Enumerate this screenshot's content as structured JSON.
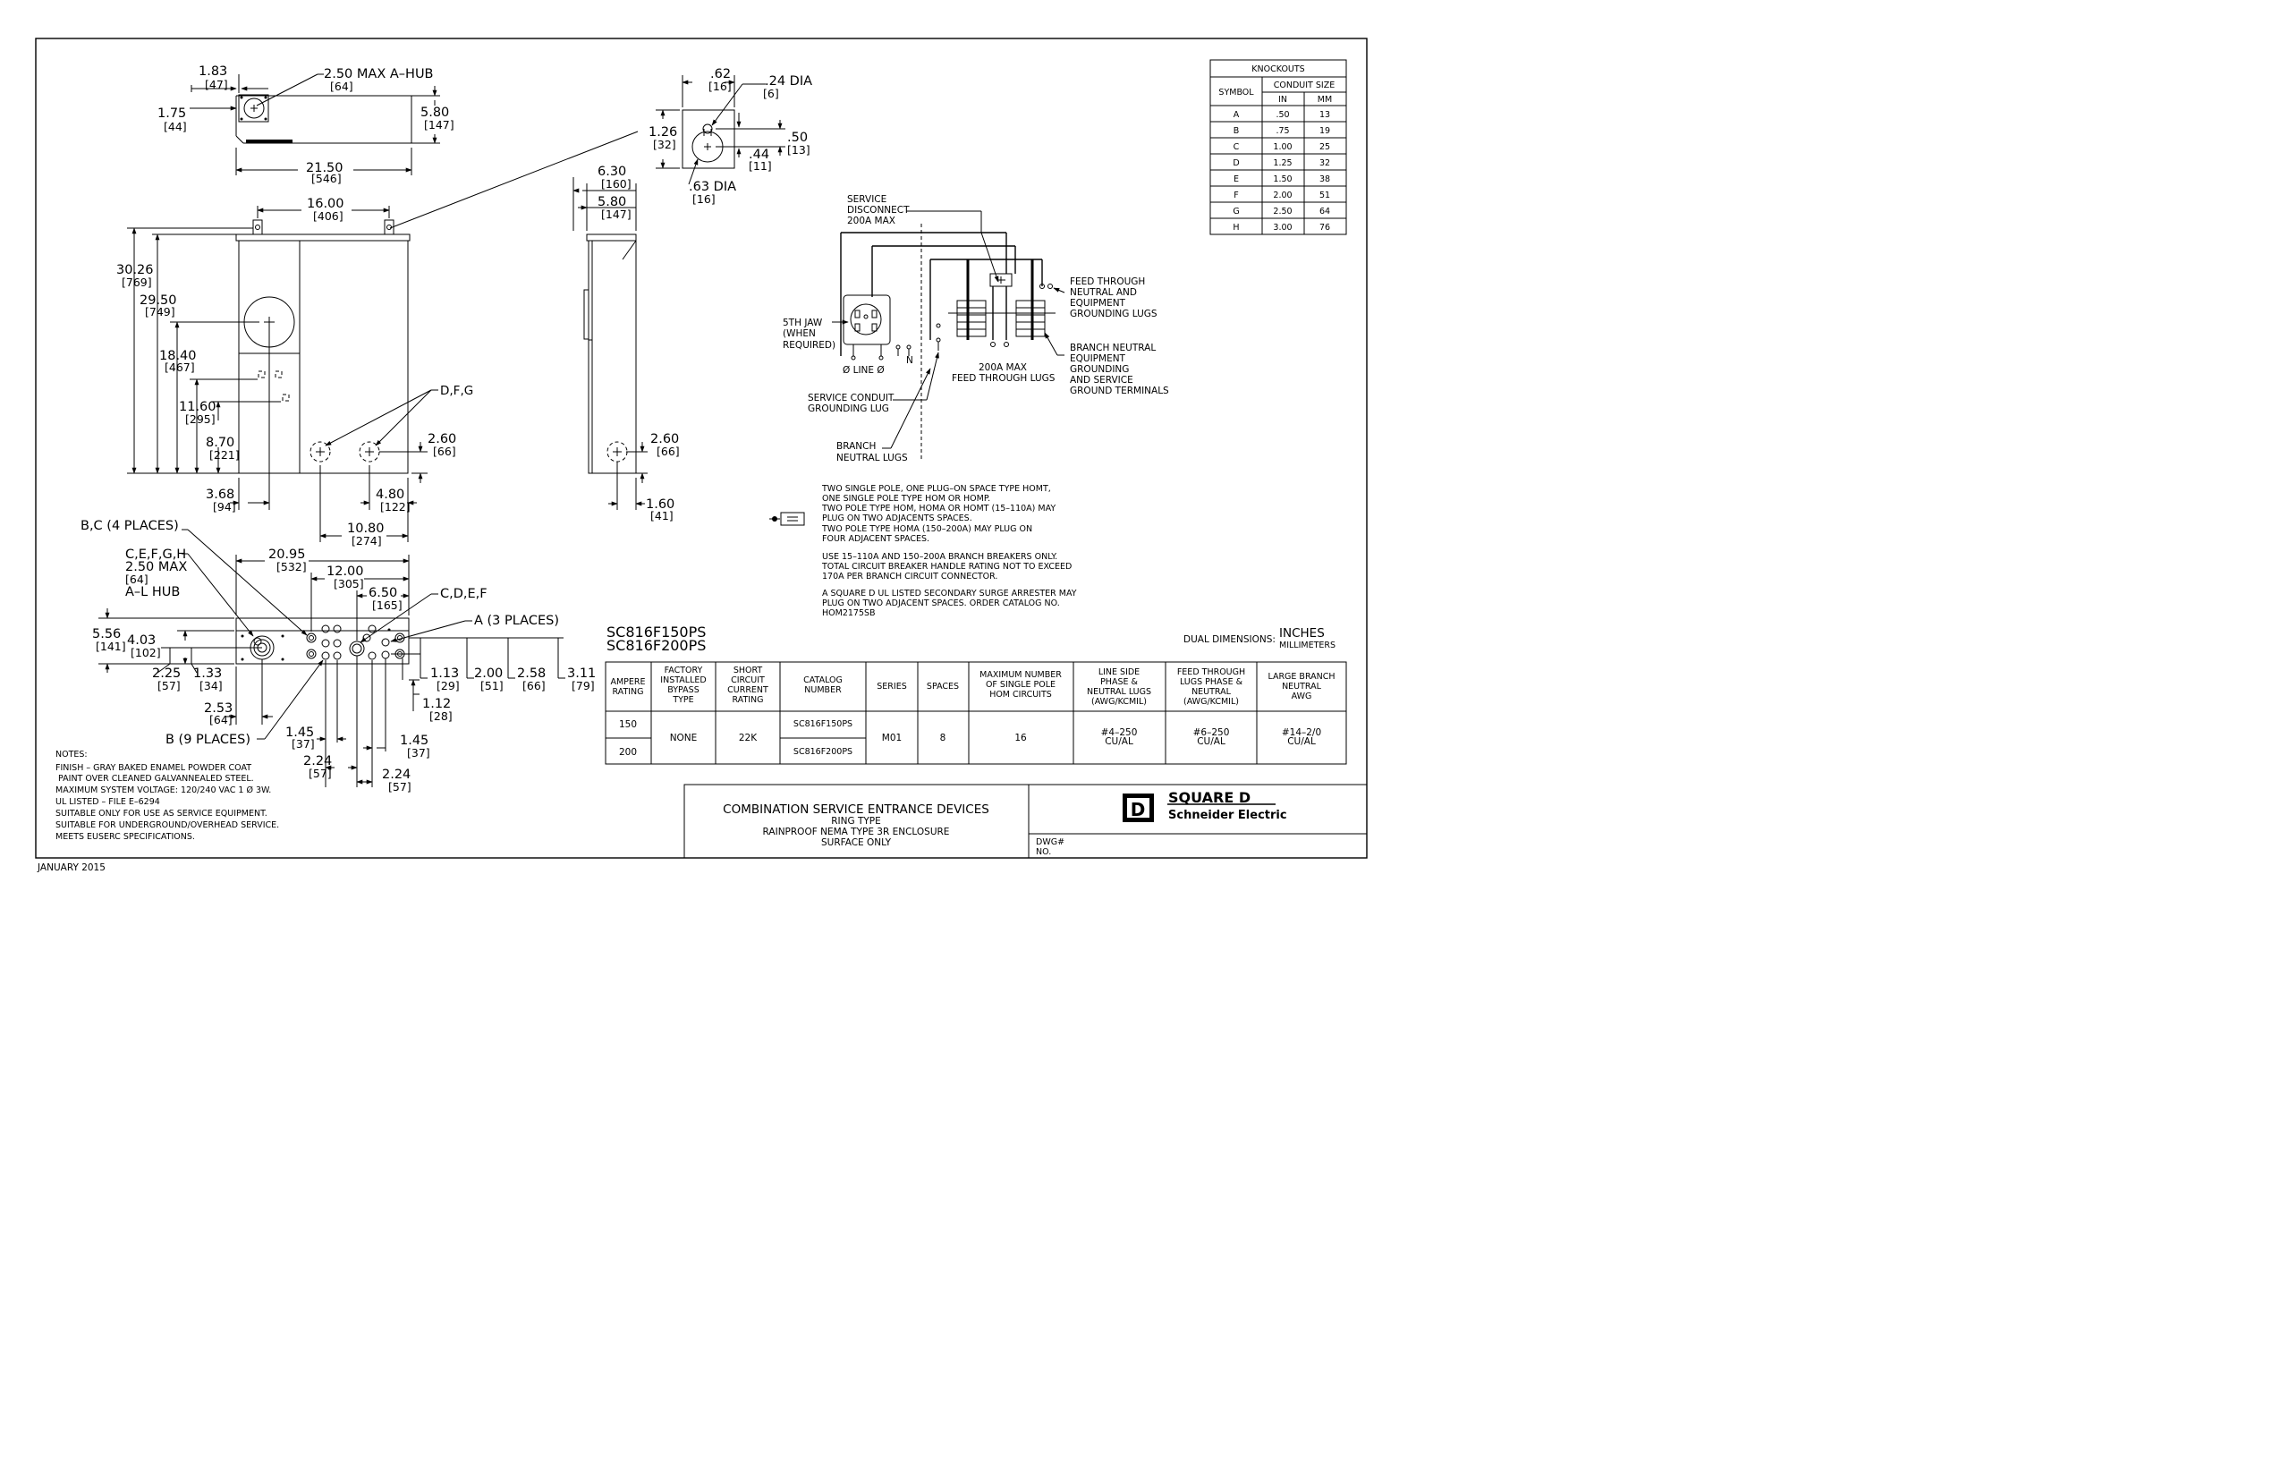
{
  "dims": {
    "top_a": "1.83",
    "top_a_mm": "[47]",
    "top_hub": "2.50 MAX A–HUB",
    "top_hub_mm": "[64]",
    "top_b": "1.75",
    "top_b_mm": "[44]",
    "top_c": "5.80",
    "top_c_mm": "[147]",
    "top_w": "21.50",
    "top_w_mm": "[546]",
    "kh_62": ".62",
    "kh_62_mm": "[16]",
    "kh_24": ".24 DIA",
    "kh_24_mm": "[6]",
    "kh_126": "1.26",
    "kh_126_mm": "[32]",
    "kh_50": ".50",
    "kh_50_mm": "[13]",
    "kh_44": ".44",
    "kh_44_mm": "[11]",
    "kh_63": ".63 DIA",
    "kh_63_mm": "[16]",
    "fr_16": "16.00",
    "fr_16_mm": "[406]",
    "fr_3026": "30.26",
    "fr_3026_mm": "[769]",
    "fr_2950": "29.50",
    "fr_2950_mm": "[749]",
    "fr_1840": "18.40",
    "fr_1840_mm": "[467]",
    "fr_1160": "11.60",
    "fr_1160_mm": "[295]",
    "fr_870": "8.70",
    "fr_870_mm": "[221]",
    "fr_368": "3.68",
    "fr_368_mm": "[94]",
    "fr_480": "4.80",
    "fr_480_mm": "[122]",
    "fr_1080": "10.80",
    "fr_1080_mm": "[274]",
    "fr_260": "2.60",
    "fr_260_mm": "[66]",
    "fr_dfg": "D,F,G",
    "sd_630": "6.30",
    "sd_630_mm": "[160]",
    "sd_580": "5.80",
    "sd_580_mm": "[147]",
    "sd_260": "2.60",
    "sd_260_mm": "[66]",
    "sd_160": "1.60",
    "sd_160_mm": "[41]",
    "bt_bc": "B,C (4 PLACES)",
    "bt_cefgh": "C,E,F,G,H",
    "bt_250": "2.50 MAX",
    "bt_250_mm": "[64]",
    "bt_alhub": "A–L HUB",
    "bt_2095": "20.95",
    "bt_2095_mm": "[532]",
    "bt_1200": "12.00",
    "bt_1200_mm": "[305]",
    "bt_650": "6.50",
    "bt_650_mm": "[165]",
    "bt_cdef": "C,D,E,F",
    "bt_a3": "A (3 PLACES)",
    "bt_556": "5.56",
    "bt_556_mm": "[141]",
    "bt_403": "4.03",
    "bt_403_mm": "[102]",
    "bt_225": "2.25",
    "bt_225_mm": "[57]",
    "bt_133": "1.33",
    "bt_133_mm": "[34]",
    "bt_113": "1.13",
    "bt_113_mm": "[29]",
    "bt_200": "2.00",
    "bt_200_mm": "[51]",
    "bt_258": "2.58",
    "bt_258_mm": "[66]",
    "bt_311": "3.11",
    "bt_311_mm": "[79]",
    "bt_112": "1.12",
    "bt_112_mm": "[28]",
    "bt_253": "2.53",
    "bt_253_mm": "[64]",
    "bt_b9": "B (9 PLACES)",
    "bt_145a": "1.45",
    "bt_145a_mm": "[37]",
    "bt_145b": "1.45",
    "bt_145b_mm": "[37]",
    "bt_224a": "2.24",
    "bt_224a_mm": "[57]",
    "bt_224b": "2.24",
    "bt_224b_mm": "[57]"
  },
  "knockouts": {
    "title": "KNOCKOUTS",
    "symbol_header": "SYMBOL",
    "conduit_header": "CONDUIT SIZE",
    "in_header": "IN",
    "mm_header": "MM",
    "rows": [
      {
        "symbol": "A",
        "in": ".50",
        "mm": "13"
      },
      {
        "symbol": "B",
        "in": ".75",
        "mm": "19"
      },
      {
        "symbol": "C",
        "in": "1.00",
        "mm": "25"
      },
      {
        "symbol": "D",
        "in": "1.25",
        "mm": "32"
      },
      {
        "symbol": "E",
        "in": "1.50",
        "mm": "38"
      },
      {
        "symbol": "F",
        "in": "2.00",
        "mm": "51"
      },
      {
        "symbol": "G",
        "in": "2.50",
        "mm": "64"
      },
      {
        "symbol": "H",
        "in": "3.00",
        "mm": "76"
      }
    ]
  },
  "wiring": {
    "service_1": "SERVICE",
    "service_2": "DISCONNECT",
    "service_3": "200A MAX",
    "jaw_1": "5TH JAW",
    "jaw_2": "(WHEN",
    "jaw_3": "REQUIRED)",
    "line": "Ø LINE Ø",
    "neutral": "N",
    "feed200_1": "200A MAX",
    "feed200_2": "FEED THROUGH LUGS",
    "feed_1": "FEED THROUGH",
    "feed_2": "NEUTRAL AND",
    "feed_3": "EQUIPMENT",
    "feed_4": "GROUNDING LUGS",
    "branch_1": "BRANCH NEUTRAL",
    "branch_2": "EQUIPMENT",
    "branch_3": "GROUNDING",
    "branch_4": "AND SERVICE",
    "branch_5": "GROUND TERMINALS",
    "conduit_1": "SERVICE CONDUIT",
    "conduit_2": "GROUNDING LUG",
    "bnl_1": "BRANCH",
    "bnl_2": "NEUTRAL LUGS"
  },
  "breaker_notes": [
    "TWO SINGLE POLE, ONE PLUG–ON SPACE TYPE HOMT,",
    "ONE SINGLE POLE TYPE HOM OR HOMP.",
    "TWO POLE TYPE HOM, HOMA OR HOMT (15–110A) MAY",
    "PLUG ON TWO ADJACENTS SPACES.",
    "TWO POLE TYPE HOMA (150–200A) MAY PLUG ON",
    "FOUR ADJACENT SPACES.",
    "",
    "USE 15–110A AND 150–200A BRANCH BREAKERS ONLY.",
    "TOTAL CIRCUIT BREAKER HANDLE RATING NOT TO EXCEED",
    "170A PER BRANCH CIRCUIT CONNECTOR.",
    "",
    "A SQUARE D UL LISTED SECONDARY SURGE ARRESTER MAY",
    "PLUG ON TWO ADJACENT SPACES. ORDER CATALOG NO.",
    "HOM2175SB"
  ],
  "catalog": {
    "model_1": "SC816F150PS",
    "model_2": "SC816F200PS",
    "dual_label": "DUAL DIMENSIONS:",
    "dual_inches": "INCHES",
    "dual_mm": "MILLIMETERS"
  },
  "spec_table": {
    "headers": [
      [
        "AMPERE",
        "RATING"
      ],
      [
        "FACTORY",
        "INSTALLED",
        "BYPASS",
        "TYPE"
      ],
      [
        "SHORT",
        "CIRCUIT",
        "CURRENT",
        "RATING"
      ],
      [
        "CATALOG",
        "NUMBER"
      ],
      [
        "SERIES"
      ],
      [
        "SPACES"
      ],
      [
        "MAXIMUM NUMBER",
        "OF SINGLE POLE",
        "HOM CIRCUITS"
      ],
      [
        "LINE SIDE",
        "PHASE &",
        "NEUTRAL LUGS",
        "(AWG/KCMIL)"
      ],
      [
        "FEED THROUGH",
        "LUGS PHASE &",
        "NEUTRAL",
        "(AWG/KCMIL)"
      ],
      [
        "LARGE BRANCH",
        "NEUTRAL",
        "AWG"
      ]
    ],
    "amp_1": "150",
    "amp_2": "200",
    "bypass": "NONE",
    "sccr": "22K",
    "cat_1": "SC816F150PS",
    "cat_2": "SC816F200PS",
    "series": "M01",
    "spaces": "8",
    "max_circuits": "16",
    "line_lugs_1": "#4–250",
    "line_lugs_2": "CU/AL",
    "feed_lugs_1": "#6–250",
    "feed_lugs_2": "CU/AL",
    "branch_neutral_1": "#14–2/0",
    "branch_neutral_2": "CU/AL"
  },
  "notes": {
    "heading": "NOTES:",
    "lines": [
      "FINISH – GRAY BAKED ENAMEL POWDER COAT",
      " PAINT OVER CLEANED GALVANNEALED STEEL.",
      "MAXIMUM SYSTEM VOLTAGE: 120/240 VAC 1 Ø 3W.",
      "UL LISTED – FILE E–6294",
      "SUITABLE ONLY FOR USE AS SERVICE EQUIPMENT.",
      "SUITABLE FOR UNDERGROUND/OVERHEAD SERVICE.",
      "MEETS EUSERC SPECIFICATIONS."
    ]
  },
  "title_block": {
    "title": "COMBINATION SERVICE ENTRANCE DEVICES",
    "line_2": "RING TYPE",
    "line_3": "RAINPROOF NEMA TYPE 3R ENCLOSURE",
    "line_4": "SURFACE ONLY",
    "logo_mark": "D",
    "brand_1": "SQUARE D",
    "brand_2": "Schneider Electric",
    "dwg_1": "DWG#",
    "dwg_2": "NO."
  },
  "date": "JANUARY 2015"
}
